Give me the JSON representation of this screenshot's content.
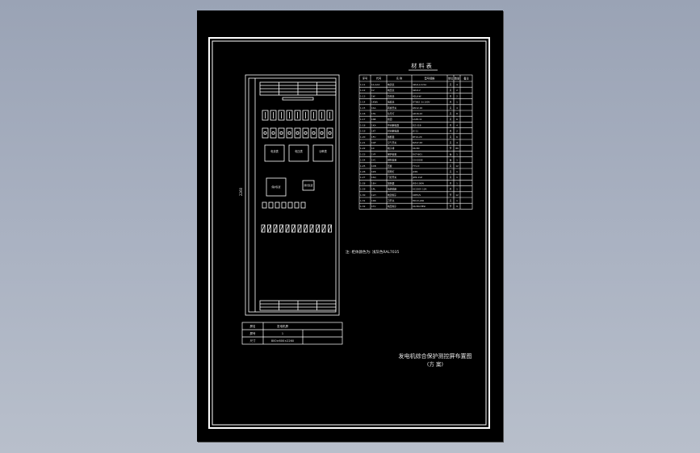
{
  "colors": {
    "background_top": "#9aa3b5",
    "background_bottom": "#b8bfcb",
    "paper": "#000000",
    "lines": "#ffffff"
  },
  "drawing": {
    "table_title": "材 料 表",
    "note": "注: 柜体颜色为: 浅灰色RAL7035",
    "drawing_title": "发电机综合保护测控屏布置图",
    "drawing_subtitle": "(方 案)",
    "cabinet_labels": {
      "meters_row1": [
        "电流表",
        "电压表",
        "功率表"
      ],
      "relays": [
        "保护装置",
        "测控装置"
      ],
      "side_dimension": "2260"
    },
    "title_block": {
      "rows": [
        [
          "屏名",
          "发电机屏"
        ],
        [
          "屏号",
          "1"
        ],
        [
          "尺寸",
          "800×600×2260"
        ]
      ]
    },
    "parts_table": {
      "headers": [
        "序号",
        "代号",
        "名 称",
        "型号规格",
        "单位",
        "数量",
        "备注"
      ],
      "rows": [
        [
          "1-11",
          "1A-1A4",
          "电流表",
          "42L6-A 0-5A",
          "只",
          "4",
          ""
        ],
        [
          "1-12",
          "1V",
          "电压表",
          "42L6-V",
          "只",
          "2",
          ""
        ],
        [
          "1-13",
          "1W",
          "功率表",
          "42L6-W",
          "只",
          "2",
          ""
        ],
        [
          "1-14",
          "1KWh",
          "电度表",
          "DT862 3×100V",
          "只",
          "1",
          ""
        ],
        [
          "1-15",
          "1SA",
          "转换开关",
          "LW12-16",
          "只",
          "4",
          ""
        ],
        [
          "1-16",
          "1HL",
          "信号灯",
          "AD16-22",
          "只",
          "8",
          ""
        ],
        [
          "1-17",
          "1SB",
          "按钮",
          "LA38-11",
          "只",
          "6",
          ""
        ],
        [
          "1-18",
          "1KA",
          "中间继电器",
          "DZ-31B",
          "只",
          "4",
          ""
        ],
        [
          "1-19",
          "1KT",
          "时间继电器",
          "JS-11",
          "只",
          "2",
          ""
        ],
        [
          "1-20",
          "1FU",
          "熔断器",
          "RT14-20",
          "只",
          "6",
          ""
        ],
        [
          "1-21",
          "1QF",
          "空气开关",
          "DZ47-63",
          "只",
          "4",
          ""
        ],
        [
          "1-22",
          "1X",
          "端子排",
          "UK-5N",
          "节",
          "80",
          ""
        ],
        [
          "1-23",
          "1YP",
          "保护装置",
          "DGT-801",
          "台",
          "1",
          ""
        ],
        [
          "1-24",
          "1YC",
          "测控装置",
          "CSI-200E",
          "台",
          "1",
          ""
        ],
        [
          "1-25",
          "1XB",
          "压板",
          "YY1-D",
          "只",
          "12",
          ""
        ],
        [
          "1-26",
          "1ZK",
          "照明灯",
          "JXD1",
          "只",
          "1",
          ""
        ],
        [
          "1-27",
          "1SQ",
          "门控开关",
          "JW2-11Z",
          "只",
          "1",
          ""
        ],
        [
          "1-28",
          "1EH",
          "加热器",
          "JRD-100W",
          "只",
          "1",
          ""
        ],
        [
          "1-29",
          "1PL",
          "电源插座",
          "AC220V 10A",
          "只",
          "1",
          ""
        ],
        [
          "1-30",
          "1LH",
          "电流端子",
          "URTK/S",
          "节",
          "12",
          ""
        ],
        [
          "1-31",
          "1DK",
          "刀开关",
          "HD13-200",
          "只",
          "1",
          ""
        ],
        [
          "1-32",
          "1TV",
          "电压端子",
          "UK-5N-HESI",
          "节",
          "9",
          ""
        ]
      ]
    }
  }
}
